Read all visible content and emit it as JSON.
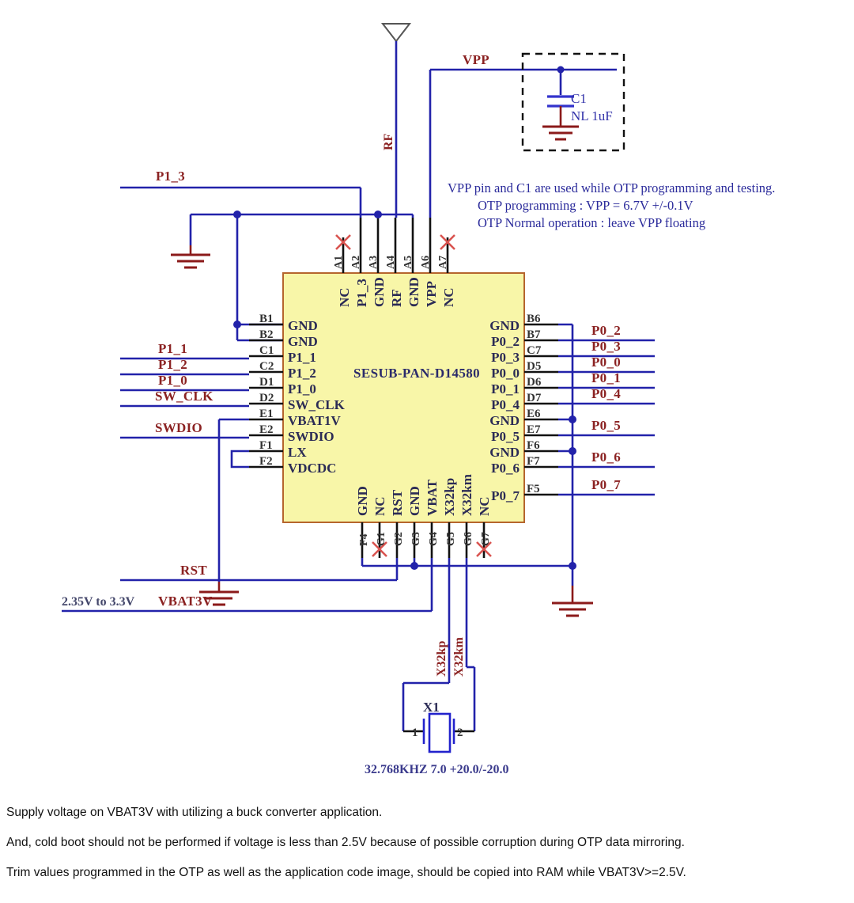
{
  "part": {
    "designator_text": "SESUB-PAN-D14580"
  },
  "nets": {
    "rf": "RF",
    "vpp": "VPP",
    "p1_3": "P1_3",
    "p1_1": "P1_1",
    "p1_2": "P1_2",
    "p1_0": "P1_0",
    "sw_clk": "SW_CLK",
    "swdio": "SWDIO",
    "rst": "RST",
    "vbat3v": "VBAT3V",
    "vbat3v_range": "2.35V to 3.3V",
    "x32kp": "X32kp",
    "x32km": "X32km",
    "p0_2": "P0_2",
    "p0_3": "P0_3",
    "p0_0": "P0_0",
    "p0_1": "P0_1",
    "p0_4": "P0_4",
    "p0_5": "P0_5",
    "p0_6": "P0_6",
    "p0_7": "P0_7"
  },
  "pins": {
    "top": [
      {
        "num": "A1",
        "name": "NC",
        "nc": true
      },
      {
        "num": "A2",
        "name": "P1_3",
        "nc": false
      },
      {
        "num": "A3",
        "name": "GND",
        "nc": false
      },
      {
        "num": "A4",
        "name": "RF",
        "nc": false
      },
      {
        "num": "A5",
        "name": "GND",
        "nc": false
      },
      {
        "num": "A6",
        "name": "VPP",
        "nc": false
      },
      {
        "num": "A7",
        "name": "NC",
        "nc": true
      }
    ],
    "left": [
      {
        "num": "B1",
        "name": "GND"
      },
      {
        "num": "B2",
        "name": "GND"
      },
      {
        "num": "C1",
        "name": "P1_1"
      },
      {
        "num": "C2",
        "name": "P1_2"
      },
      {
        "num": "D1",
        "name": "P1_0"
      },
      {
        "num": "D2",
        "name": "SW_CLK"
      },
      {
        "num": "E1",
        "name": "VBAT1V"
      },
      {
        "num": "E2",
        "name": "SWDIO"
      },
      {
        "num": "F1",
        "name": "LX"
      },
      {
        "num": "F2",
        "name": "VDCDC"
      }
    ],
    "right": [
      {
        "num": "B6",
        "name": "GND"
      },
      {
        "num": "B7",
        "name": "P0_2"
      },
      {
        "num": "C7",
        "name": "P0_3"
      },
      {
        "num": "D5",
        "name": "P0_0"
      },
      {
        "num": "D6",
        "name": "P0_1"
      },
      {
        "num": "D7",
        "name": "P0_4"
      },
      {
        "num": "E6",
        "name": "GND"
      },
      {
        "num": "E7",
        "name": "P0_5"
      },
      {
        "num": "F6",
        "name": "GND"
      },
      {
        "num": "F7",
        "name": "P0_6"
      },
      {
        "num": "F5",
        "name": "P0_7"
      }
    ],
    "bottom": [
      {
        "num": "F4",
        "name": "GND",
        "nc": false
      },
      {
        "num": "G1",
        "name": "NC",
        "nc": true
      },
      {
        "num": "G2",
        "name": "RST",
        "nc": false
      },
      {
        "num": "G3",
        "name": "GND",
        "nc": false
      },
      {
        "num": "G4",
        "name": "VBAT",
        "nc": false
      },
      {
        "num": "G5",
        "name": "X32kp",
        "nc": false
      },
      {
        "num": "G6",
        "name": "X32km",
        "nc": false
      },
      {
        "num": "G7",
        "name": "NC",
        "nc": true
      }
    ]
  },
  "capacitor": {
    "ref": "C1",
    "value": "NL 1uF"
  },
  "crystal": {
    "ref": "X1",
    "pin1": "1",
    "pin2": "2",
    "spec": "32.768KHZ 7.0 +20.0/-20.0"
  },
  "vpp_note": {
    "line1": "VPP pin and C1 are used while OTP programming and testing.",
    "line2": "OTP programming : VPP = 6.7V +/-0.1V",
    "line3": "OTP Normal operation : leave VPP floating"
  },
  "footnotes": [
    "Supply voltage on VBAT3V with utilizing a buck converter application.",
    "And, cold boot should not be performed if voltage is less than 2.5V because of possible corruption during OTP data mirroring.",
    "Trim values programmed in the OTP as well as the application code image, should be copied into RAM while VBAT3V>=2.5V."
  ],
  "colors": {
    "wire": "#2222aa",
    "pin_lead": "#111111",
    "ground": "#8b1a1a",
    "chip_fill": "#f8f6a8",
    "chip_border": "#b5652d",
    "net_label": "#8b2222",
    "note_text": "#2b2b9b"
  }
}
